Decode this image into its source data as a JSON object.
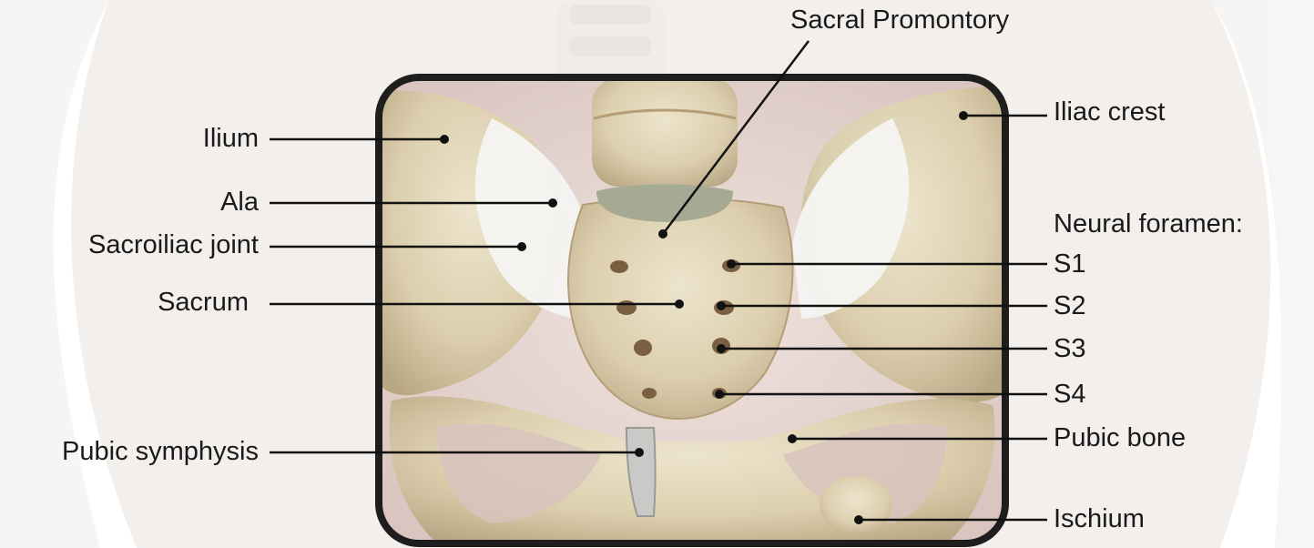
{
  "labels": {
    "sacral_promontory": "Sacral Promontory",
    "ilium": "Ilium",
    "iliac_crest": "Iliac crest",
    "ala": "Ala",
    "neural_foramen": "Neural foramen:",
    "sacroiliac_joint": "Sacroiliac joint",
    "s1": "S1",
    "sacrum": "Sacrum",
    "s2": "S2",
    "s3": "S3",
    "s4": "S4",
    "pubic_bone": "Pubic bone",
    "pubic_symphysis": "Pubic symphysis",
    "ischium": "Ischium"
  },
  "colors": {
    "bone": "#e2d8bf",
    "bone_shadow": "#b9a784",
    "bone_warm": "#d9b98c",
    "ligament": "#f2f2f2",
    "disc": "#a6aa93",
    "tissue": "#e6d6d1",
    "frame": "#1e1e1e",
    "leader": "#111111",
    "ghost_body": "#ece7e3"
  }
}
